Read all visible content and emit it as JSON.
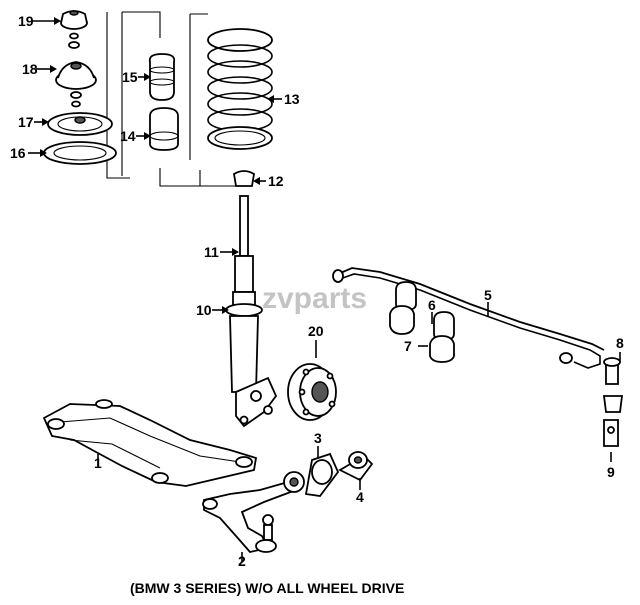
{
  "watermark": "zvparts",
  "caption": "(BMW 3 SERIES) W/O ALL WHEEL DRIVE",
  "callouts": [
    {
      "id": "c1",
      "text": "1"
    },
    {
      "id": "c2",
      "text": "2"
    },
    {
      "id": "c3",
      "text": "3"
    },
    {
      "id": "c4",
      "text": "4"
    },
    {
      "id": "c5",
      "text": "5"
    },
    {
      "id": "c6",
      "text": "6"
    },
    {
      "id": "c7",
      "text": "7"
    },
    {
      "id": "c8",
      "text": "8"
    },
    {
      "id": "c9",
      "text": "9"
    },
    {
      "id": "c10",
      "text": "10"
    },
    {
      "id": "c11",
      "text": "11"
    },
    {
      "id": "c12",
      "text": "12"
    },
    {
      "id": "c13",
      "text": "13"
    },
    {
      "id": "c14",
      "text": "14"
    },
    {
      "id": "c15",
      "text": "15"
    },
    {
      "id": "c16",
      "text": "16"
    },
    {
      "id": "c17",
      "text": "17"
    },
    {
      "id": "c18",
      "text": "18"
    },
    {
      "id": "c19",
      "text": "19"
    },
    {
      "id": "c20",
      "text": "20"
    }
  ]
}
